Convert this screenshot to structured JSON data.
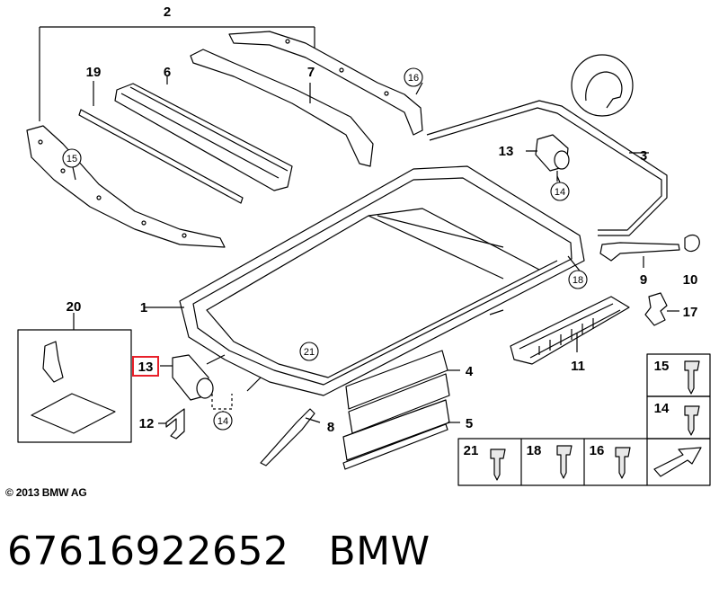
{
  "diagram": {
    "callouts": {
      "c1": "1",
      "c2": "2",
      "c3": "3",
      "c4": "4",
      "c5": "5",
      "c6": "6",
      "c7": "7",
      "c8": "8",
      "c9": "9",
      "c10": "10",
      "c11": "11",
      "c12": "12",
      "c13a": "13",
      "c13b": "13",
      "c17": "17",
      "c19": "19",
      "c20": "20",
      "circ14a": "14",
      "circ14b": "14",
      "circ15": "15",
      "circ16": "16",
      "circ18": "18",
      "circ21": "21"
    },
    "highlighted_callout": "13",
    "highlight_color": "#e8202a",
    "screw_grid": {
      "labels": {
        "s15": "15",
        "s14": "14",
        "s21": "21",
        "s18": "18",
        "s16": "16"
      }
    }
  },
  "copyright": "© 2013 BMW AG",
  "footer": {
    "part_number": "67616922652",
    "brand": "BMW"
  }
}
